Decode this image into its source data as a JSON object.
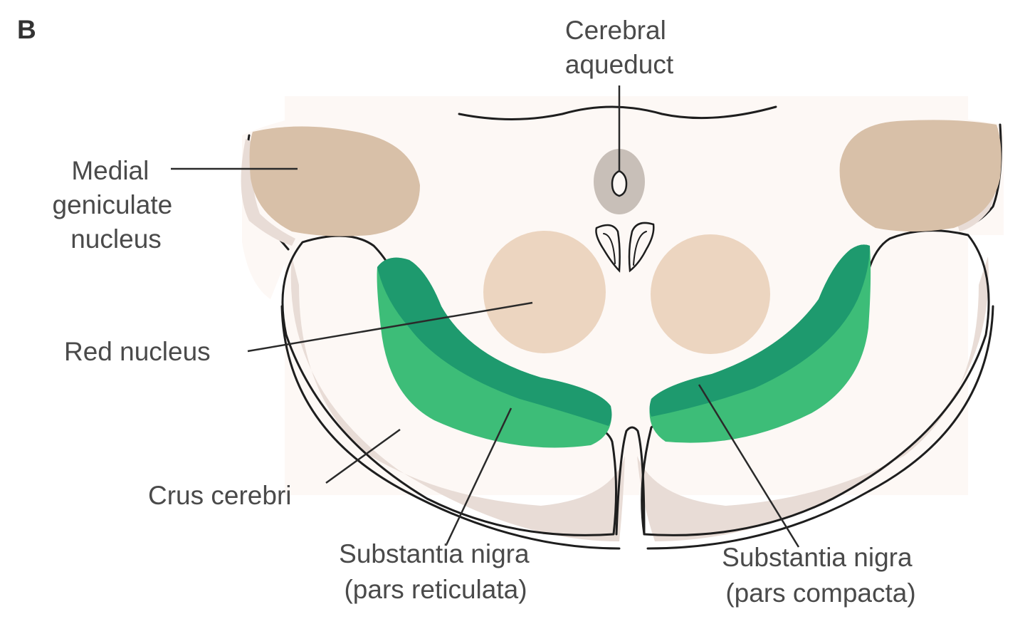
{
  "panel_letter": "B",
  "labels": {
    "cerebral_aqueduct": [
      "Cerebral",
      "aqueduct"
    ],
    "medial_geniculate_nucleus": [
      "Medial",
      "geniculate",
      "nucleus"
    ],
    "red_nucleus": "Red nucleus",
    "crus_cerebri": "Crus cerebri",
    "substantia_nigra_reticulata": [
      "Substantia nigra",
      "(pars reticulata)"
    ],
    "substantia_nigra_compacta": [
      "Substantia nigra",
      "(pars compacta)"
    ]
  },
  "colors": {
    "background": "#fdf8f5",
    "geniculate": "#d8c0a8",
    "red_nucleus": "#ecd5c0",
    "aqueduct_area": "#c8bfb8",
    "pars_compacta": "#1e9a6e",
    "pars_reticulata": "#3dbd78",
    "crus_rim": "#e8dcd6"
  }
}
